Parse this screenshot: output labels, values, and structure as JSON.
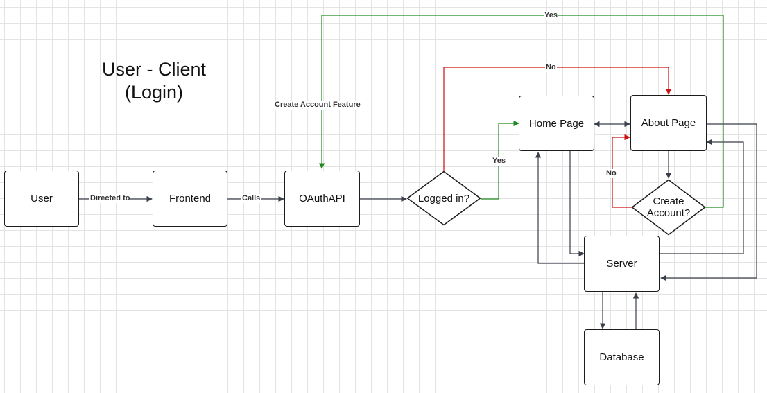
{
  "title": {
    "line1": "User - Client",
    "line2": "(Login)"
  },
  "nodes": {
    "user": "User",
    "frontend": "Frontend",
    "oauthapi": "OAuthAPI",
    "logged_in": "Logged in?",
    "home_page": "Home Page",
    "about_page": "About Page",
    "create_account": "Create\nAccount?",
    "server": "Server",
    "database": "Database"
  },
  "edge_labels": {
    "directed_to": "Directed to",
    "calls": "Calls",
    "yes_top": "Yes",
    "no_top": "No",
    "create_account_feature": "Create Account Feature",
    "yes_logged": "Yes",
    "no_create": "No"
  },
  "colors": {
    "default_edge": "#3a3f4a",
    "yes_edge": "#1f8a1f",
    "no_edge": "#cc1111"
  }
}
